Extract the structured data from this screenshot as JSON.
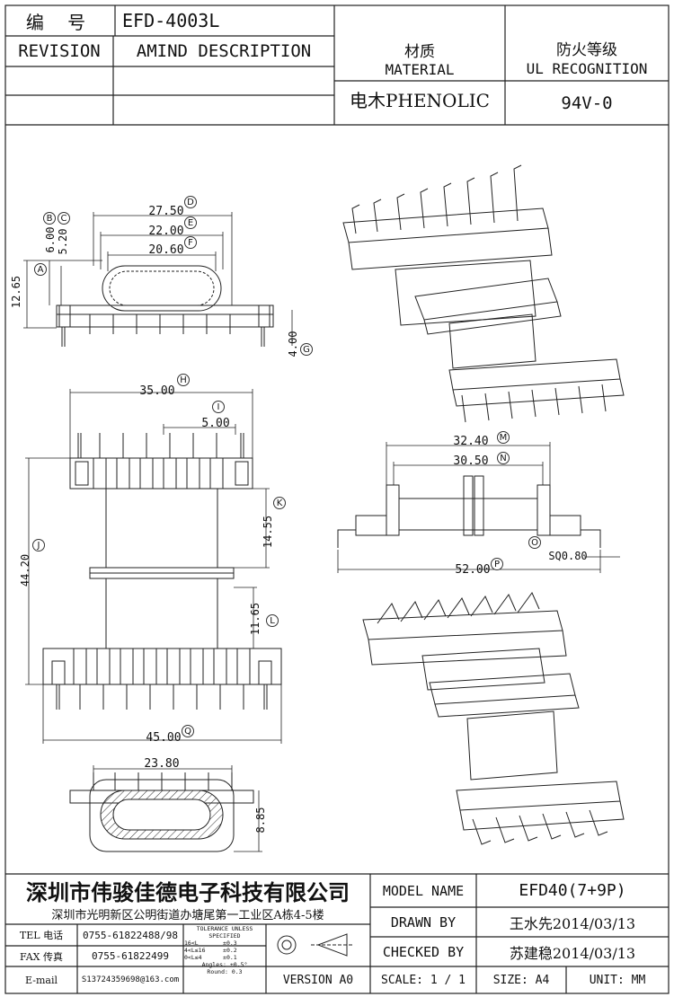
{
  "header": {
    "code_label": "编  号",
    "code_value": "EFD-4003L",
    "revision_label": "REVISION",
    "description_label": "AMIND DESCRIPTION",
    "material_cn": "材质",
    "material_en": "MATERIAL",
    "material_value": "电木PHENOLIC",
    "ul_cn": "防火等级",
    "ul_en": "UL RECOGNITION",
    "ul_value": "94V-0"
  },
  "dimensions": {
    "d_27_50": "27.50",
    "d_22_00": "22.00",
    "d_20_60": "20.60",
    "d_6_00": "6.00",
    "d_5_20": "5.20",
    "d_12_65": "12.65",
    "d_4_00": "4.00",
    "d_35_00": "35.00",
    "d_5_00": "5.00",
    "d_44_20": "44.20",
    "d_14_55": "14.55",
    "d_11_65": "11.65",
    "d_45_00": "45.00",
    "d_23_80": "23.80",
    "d_8_85": "8.85",
    "d_32_40": "32.40",
    "d_30_50": "30.50",
    "d_52_00": "52.00",
    "d_sq": "SQ0.80"
  },
  "markers": {
    "A": "A",
    "B": "B",
    "C": "C",
    "D": "D",
    "E": "E",
    "F": "F",
    "G": "G",
    "H": "H",
    "I": "I",
    "J": "J",
    "K": "K",
    "L": "L",
    "M": "M",
    "N": "N",
    "O": "O",
    "P": "P",
    "Q": "Q"
  },
  "footer": {
    "company": "深圳市伟骏佳德电子科技有限公司",
    "address": "深圳市光明新区公明街道办塘尾第一工业区A栋4-5楼",
    "tel_label": "TEL 电话",
    "tel_value": "0755-61822488/98",
    "fax_label": "FAX 传真",
    "fax_value": "0755-61822499",
    "email_label": "E-mail",
    "email_value": "S13724359698@163.com",
    "tolerance_title": "TOLERANCE UNLESS SPECIFIED",
    "tol_1": "16<L       ±0.3",
    "tol_2": "4<L≤16     ±0.2",
    "tol_3": "0<L≤4      ±0.1",
    "tol_4": "Angles: ±0.5°",
    "tol_5": "Round: 0.3",
    "version": "VERSION A0",
    "model_label": "MODEL NAME",
    "model_value": "EFD40(7+9P)",
    "drawn_label": "DRAWN BY",
    "drawn_value": "王水先2014/03/13",
    "checked_label": "CHECKED BY",
    "checked_value": "苏建稳2014/03/13",
    "scale": "SCALE: 1 / 1",
    "size": "SIZE: A4",
    "unit": "UNIT: MM"
  }
}
